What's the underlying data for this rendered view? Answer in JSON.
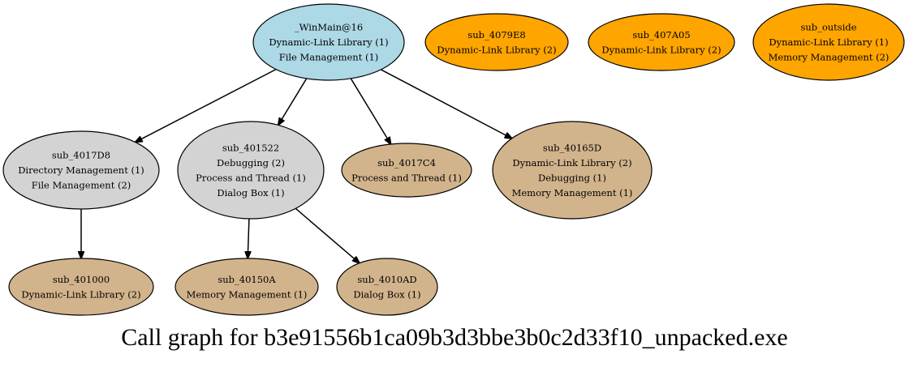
{
  "colors": {
    "root": "#add8e6",
    "internal": "#d3d3d3",
    "leaf": "#d2b48c",
    "orphan": "#ffa500"
  },
  "nodes": {
    "winmain": {
      "lines": [
        "_WinMain@16",
        "Dynamic-Link Library (1)",
        "File Management (1)"
      ],
      "color": "root"
    },
    "sub_4079E8": {
      "lines": [
        "sub_4079E8",
        "Dynamic-Link Library (2)"
      ],
      "color": "orphan"
    },
    "sub_407A05": {
      "lines": [
        "sub_407A05",
        "Dynamic-Link Library (2)"
      ],
      "color": "orphan"
    },
    "sub_outside": {
      "lines": [
        "sub_outside",
        "Dynamic-Link Library (1)",
        "Memory Management (2)"
      ],
      "color": "orphan"
    },
    "sub_4017D8": {
      "lines": [
        "sub_4017D8",
        "Directory Management (1)",
        "File Management (2)"
      ],
      "color": "internal"
    },
    "sub_401522": {
      "lines": [
        "sub_401522",
        "Debugging (2)",
        "Process and Thread (1)",
        "Dialog Box (1)"
      ],
      "color": "internal"
    },
    "sub_4017C4": {
      "lines": [
        "sub_4017C4",
        "Process and Thread (1)"
      ],
      "color": "leaf"
    },
    "sub_40165D": {
      "lines": [
        "sub_40165D",
        "Dynamic-Link Library (2)",
        "Debugging (1)",
        "Memory Management (1)"
      ],
      "color": "leaf"
    },
    "sub_401000": {
      "lines": [
        "sub_401000",
        "Dynamic-Link Library (2)"
      ],
      "color": "leaf"
    },
    "sub_40150A": {
      "lines": [
        "sub_40150A",
        "Memory Management (1)"
      ],
      "color": "leaf"
    },
    "sub_4010AD": {
      "lines": [
        "sub_4010AD",
        "Dialog Box (1)"
      ],
      "color": "leaf"
    }
  },
  "edges": [
    [
      "winmain",
      "sub_4017D8"
    ],
    [
      "winmain",
      "sub_401522"
    ],
    [
      "winmain",
      "sub_4017C4"
    ],
    [
      "winmain",
      "sub_40165D"
    ],
    [
      "sub_4017D8",
      "sub_401000"
    ],
    [
      "sub_401522",
      "sub_40150A"
    ],
    [
      "sub_401522",
      "sub_4010AD"
    ]
  ],
  "caption": "Call graph for b3e91556b1ca09b3d3bbe3b0c2d33f10_unpacked.exe"
}
